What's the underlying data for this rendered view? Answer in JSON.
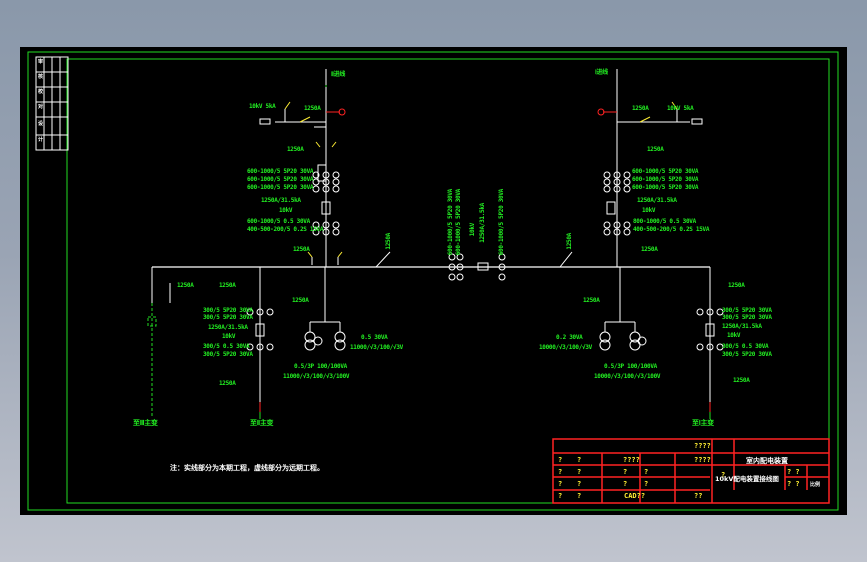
{
  "drawing": {
    "title_block": {
      "project": "????",
      "company": "室内配电装置",
      "drawing_title": "10kV配电装置接线图",
      "scale_label": "比例",
      "software": "CAD??",
      "rows": [
        {
          "c1": "?",
          "c2": "?",
          "c3": "????",
          "c4": "????"
        },
        {
          "c1": "?",
          "c2": "?",
          "c3": "?",
          "c4": "?"
        },
        {
          "c1": "?",
          "c2": "?",
          "c3": "?",
          "c4": "?"
        },
        {
          "c1": "?",
          "c2": "?",
          "c3": "CAD??",
          "c4": "??"
        }
      ],
      "marks": [
        "? ?",
        "? ?",
        "??",
        "????"
      ]
    },
    "revision_column": [
      "审",
      "核",
      "校",
      "对",
      "设",
      "计"
    ],
    "note": "注：实线部分为本期工程，虚线部分为远期工程。",
    "left_feeder": {
      "name": "Ⅱ进线",
      "breaker": "1250A",
      "arrester": "10kV 5kA",
      "ct_top": [
        "600-1000/5 5P20 30VA",
        "600-1000/5 5P20 30VA",
        "600-1000/5 5P20 30VA"
      ],
      "reactor": "1250A/31.5kA",
      "voltage": "10kV",
      "ct_bottom": [
        "600-1000/5 0.5 30VA",
        "400-500-200/5 0.2S 15VA"
      ],
      "bus_breaker": "1250A"
    },
    "right_feeder": {
      "name": "Ⅰ进线",
      "breaker": "1250A",
      "arrester": "10kV 5kA",
      "ct_top": [
        "600-1000/5 5P20 30VA",
        "600-1000/5 5P20 30VA",
        "600-1000/5 5P20 30VA"
      ],
      "reactor": "1250A/31.5kA",
      "voltage": "10kV",
      "ct_bottom": [
        "800-1000/5 0.5 30VA",
        "400-500-200/5 0.2S 15VA"
      ],
      "bus_breaker": "1250A"
    },
    "bus_tie": {
      "left_switch": "1250A",
      "right_switch": "1250A",
      "ct_left": [
        "600-1000/5 5P20 30VA",
        "600-1000/5 5P20 30VA"
      ],
      "reactor": [
        "10kV",
        "1250A/31.5kA"
      ],
      "ct_right": "600-1000/5 5P20 30VA"
    },
    "left_pt": {
      "switch": "1250A",
      "spec1": "0.5/3P 100/100VA",
      "spec1_ratio": "11000/√3/100/√3/100V",
      "spec2": "0.5 30VA",
      "spec2_ratio": "11000/√3/100/√3V"
    },
    "right_pt": {
      "switch": "1250A",
      "spec1": "0.2 30VA",
      "spec1_ratio": "10000/√3/100/√3V",
      "spec2": "0.5/3P 100/100VA",
      "spec2_ratio": "10000/√3/100/√3/100V"
    },
    "outgoing_left_far": {
      "label": "至Ⅲ主变",
      "breaker": "1250A"
    },
    "outgoing_left": {
      "label": "至Ⅱ主变",
      "breaker_top": "1250A",
      "ct_top": [
        "300/5 5P20 30VA",
        "300/5 5P20 30VA"
      ],
      "reactor": "1250A/31.5kA",
      "voltage": "10kV",
      "ct_bottom": [
        "300/5 0.5 30VA",
        "300/5 5P20 30VA"
      ],
      "breaker_bottom": "1250A"
    },
    "outgoing_right": {
      "label": "至Ⅰ主变",
      "breaker_top": "1250A",
      "ct_top": [
        "300/5 5P20 30VA",
        "300/5 5P20 30VA"
      ],
      "reactor": "1250A/31.5kA",
      "voltage": "10kV",
      "ct_bottom": [
        "300/5 0.5 30VA",
        "300/5 5P20 30VA"
      ],
      "breaker_bottom": "1250A"
    },
    "colors": {
      "background": "#000000",
      "frame": "#22dd22",
      "wire": "#ffffff",
      "text": "#22ee22",
      "title_block": "#ff2222",
      "title_text": "#ffee33",
      "switch_blade": "#ffee33",
      "indicator": "#ff2222"
    }
  }
}
